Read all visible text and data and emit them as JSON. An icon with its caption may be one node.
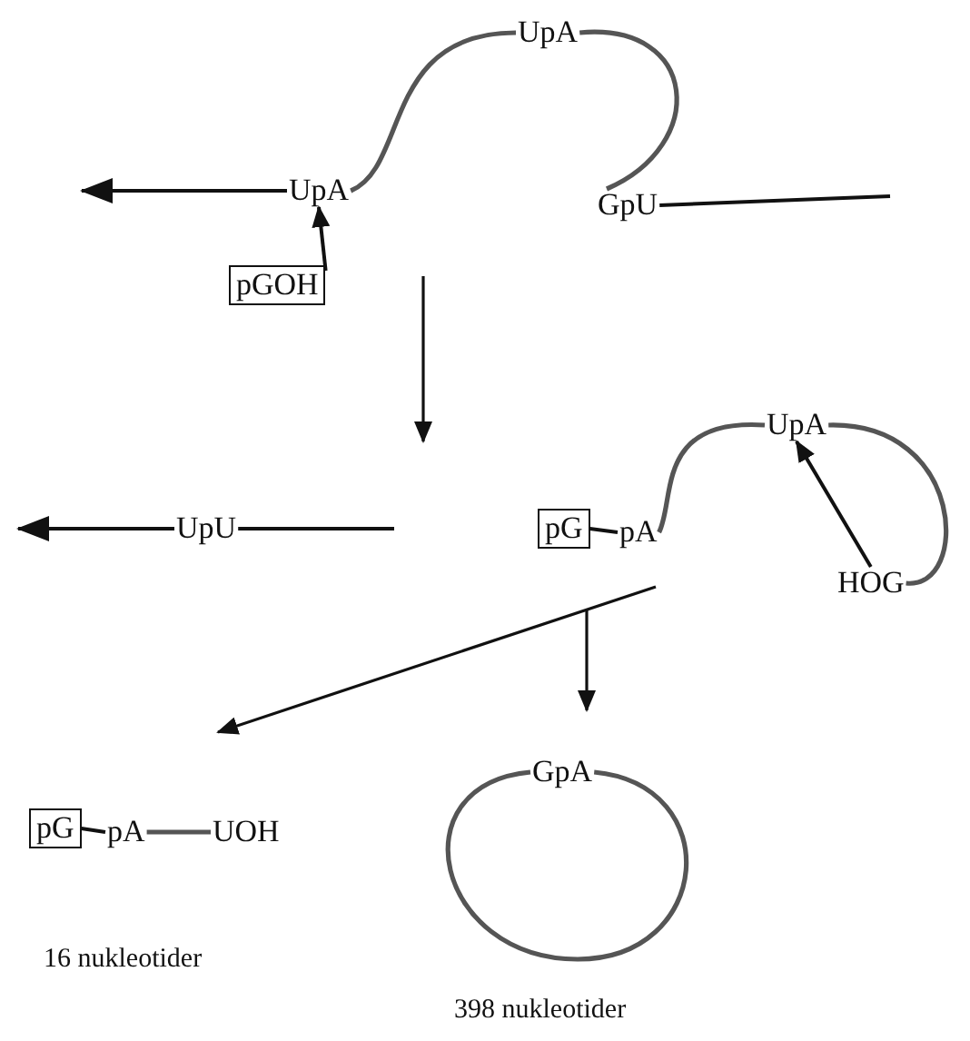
{
  "diagram": {
    "nodes": [
      {
        "text": [
          "UpA"
        ]
      },
      {
        "text": [
          "UpA"
        ]
      },
      {
        "text": [
          "GpU"
        ]
      },
      {
        "text": [
          "pGOH"
        ]
      },
      {
        "text": [
          "UpU"
        ]
      },
      {
        "text": [
          "pG"
        ]
      },
      {
        "text": [
          "pA"
        ]
      },
      {
        "text": [
          "UpA"
        ]
      },
      {
        "text": [
          "HOG"
        ]
      },
      {
        "text": [
          "pG"
        ]
      },
      {
        "text": [
          "pA"
        ]
      },
      {
        "text": [
          "UOH"
        ]
      },
      {
        "text": [
          "GpA"
        ]
      }
    ],
    "edges": [
      {
        "from": 0,
        "to": null,
        "arrow": "to"
      },
      {
        "from": 0,
        "to": 1,
        "arrow": "none"
      },
      {
        "from": 1,
        "to": 2,
        "arrow": "none"
      },
      {
        "from": 2,
        "to": null,
        "arrow": "none"
      },
      {
        "from": 3,
        "to": 0,
        "arrow": "to"
      },
      {
        "from": 4,
        "to": null,
        "arrow": "to"
      },
      {
        "from": 4,
        "to": null,
        "arrow": "none"
      },
      {
        "from": 5,
        "to": 6,
        "arrow": "none"
      },
      {
        "from": 6,
        "to": 7,
        "arrow": "none"
      },
      {
        "from": 7,
        "to": 8,
        "arrow": "none"
      },
      {
        "from": 8,
        "to": 7,
        "arrow": "to"
      },
      {
        "from": 9,
        "to": 10,
        "arrow": "none"
      },
      {
        "from": 10,
        "to": 11,
        "arrow": "none"
      },
      {
        "from": 12,
        "to": 12,
        "arrow": "none"
      }
    ],
    "labels": [
      "16 nukleotider",
      "398 nukleotider"
    ]
  }
}
